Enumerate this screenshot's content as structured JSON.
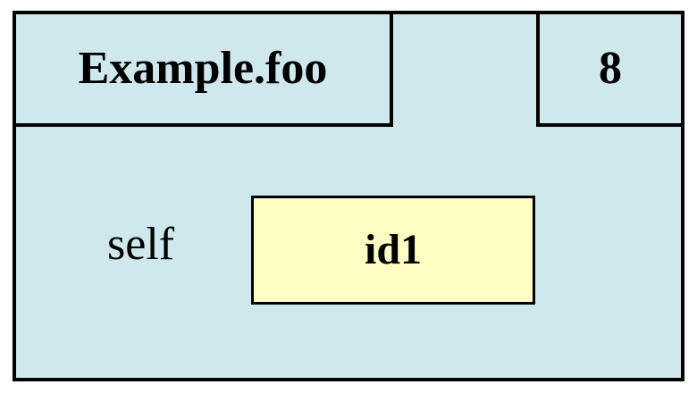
{
  "frame": {
    "title": "Example.foo",
    "line_number": "8",
    "variable": {
      "name": "self",
      "value": "id1"
    }
  },
  "colors": {
    "frame_bg": "#cee8ee",
    "value_bg": "#fdfcc3",
    "border": "#000000"
  }
}
